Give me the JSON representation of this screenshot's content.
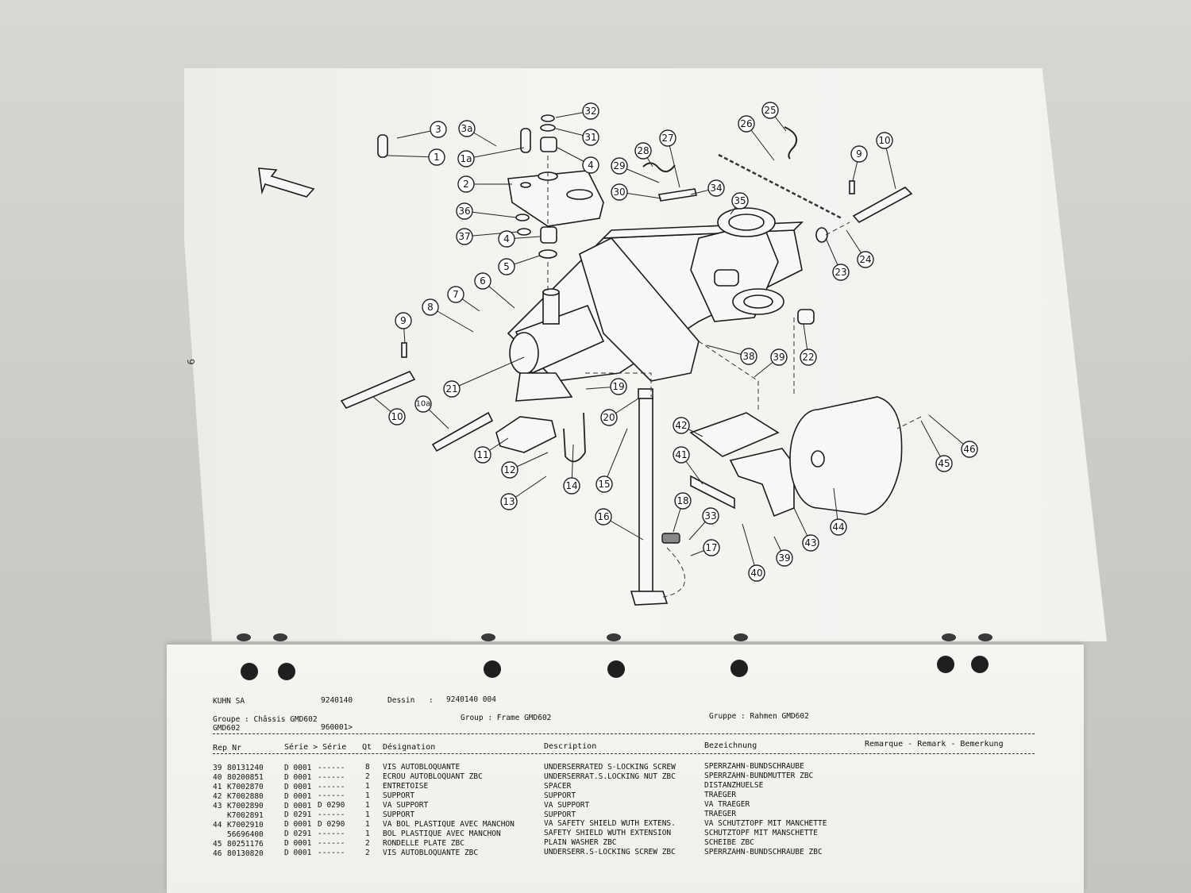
{
  "callouts": [
    {
      "label": "1"
    },
    {
      "label": "1a"
    },
    {
      "label": "2"
    },
    {
      "label": "3"
    },
    {
      "label": "3a"
    },
    {
      "label": "4"
    },
    {
      "label": "4"
    },
    {
      "label": "5"
    },
    {
      "label": "6"
    },
    {
      "label": "7"
    },
    {
      "label": "8"
    },
    {
      "label": "9"
    },
    {
      "label": "9"
    },
    {
      "label": "10"
    },
    {
      "label": "10"
    },
    {
      "label": "10a"
    },
    {
      "label": "11"
    },
    {
      "label": "12"
    },
    {
      "label": "13"
    },
    {
      "label": "14"
    },
    {
      "label": "15"
    },
    {
      "label": "16"
    },
    {
      "label": "17"
    },
    {
      "label": "18"
    },
    {
      "label": "19"
    },
    {
      "label": "20"
    },
    {
      "label": "21"
    },
    {
      "label": "22"
    },
    {
      "label": "23"
    },
    {
      "label": "24"
    },
    {
      "label": "25"
    },
    {
      "label": "26"
    },
    {
      "label": "27"
    },
    {
      "label": "28"
    },
    {
      "label": "29"
    },
    {
      "label": "30"
    },
    {
      "label": "31"
    },
    {
      "label": "32"
    },
    {
      "label": "33"
    },
    {
      "label": "34"
    },
    {
      "label": "35"
    },
    {
      "label": "36"
    },
    {
      "label": "37"
    },
    {
      "label": "38"
    },
    {
      "label": "39"
    },
    {
      "label": "39"
    },
    {
      "label": "40"
    },
    {
      "label": "41"
    },
    {
      "label": "42"
    },
    {
      "label": "43"
    },
    {
      "label": "44"
    },
    {
      "label": "45"
    },
    {
      "label": "46"
    }
  ],
  "page_number": "9",
  "header": {
    "company": "KUHN SA",
    "doc_no": "9240140",
    "dessin_label": "Dessin",
    "dessin_sep": ":",
    "dessin_value": "9240140 004",
    "groupe_fr": "Groupe : Châssis GMD602",
    "group_en": "Group : Frame GMD602",
    "gruppe_de": "Gruppe : Rahmen GMD602",
    "model": "GMD602",
    "serial": "960001>"
  },
  "columns": {
    "rep_nr": "Rep Nr",
    "serie": "Série > Série",
    "qt": "Qt",
    "designation": "Désignation",
    "description": "Description",
    "bezeichnung": "Bezeichnung",
    "remarque": "Remarque - Remark - Bemerkung"
  },
  "rows": [
    {
      "rep": "39",
      "nr": "80131240",
      "from": "D 0001",
      "to": "------",
      "qt": "8",
      "fr": "VIS AUTOBLOQUANTE",
      "en": "UNDERSERRATED S-LOCKING SCREW",
      "de": "SPERRZAHN-BUNDSCHRAUBE"
    },
    {
      "rep": "40",
      "nr": "80200851",
      "from": "D 0001",
      "to": "------",
      "qt": "2",
      "fr": "ECROU AUTOBLOQUANT ZBC",
      "en": "UNDERSERRAT.S.LOCKING NUT ZBC",
      "de": "SPERRZAHN-BUNDMUTTER ZBC"
    },
    {
      "rep": "41",
      "nr": "K7002870",
      "from": "D 0001",
      "to": "------",
      "qt": "1",
      "fr": "ENTRETOISE",
      "en": "SPACER",
      "de": "DISTANZHUELSE"
    },
    {
      "rep": "42",
      "nr": "K7002880",
      "from": "D 0001",
      "to": "------",
      "qt": "1",
      "fr": "SUPPORT",
      "en": "SUPPORT",
      "de": "TRAEGER"
    },
    {
      "rep": "43",
      "nr": "K7002890",
      "from": "D 0001",
      "to": "D 0290",
      "qt": "1",
      "fr": "VA SUPPORT",
      "en": "VA SUPPORT",
      "de": "VA TRAEGER"
    },
    {
      "rep": "",
      "nr": "K7002891",
      "from": "D 0291",
      "to": "------",
      "qt": "1",
      "fr": "SUPPORT",
      "en": "SUPPORT",
      "de": "TRAEGER"
    },
    {
      "rep": "44",
      "nr": "K7002910",
      "from": "D 0001",
      "to": "D 0290",
      "qt": "1",
      "fr": "VA BOL PLASTIQUE AVEC MANCHON",
      "en": "VA SAFETY SHIELD WUTH EXTENS.",
      "de": "VA SCHUTZTOPF MIT MANCHETTE"
    },
    {
      "rep": "",
      "nr": "56696400",
      "from": "D 0291",
      "to": "------",
      "qt": "1",
      "fr": "BOL PLASTIQUE AVEC MANCHON",
      "en": "SAFETY SHIELD WUTH EXTENSION",
      "de": "SCHUTZTOPF MIT MANSCHETTE"
    },
    {
      "rep": "45",
      "nr": "80251176",
      "from": "D 0001",
      "to": "------",
      "qt": "2",
      "fr": "RONDELLE PLATE ZBC",
      "en": "PLAIN WASHER ZBC",
      "de": "SCHEIBE ZBC"
    },
    {
      "rep": "46",
      "nr": "80130820",
      "from": "D 0001",
      "to": "------",
      "qt": "2",
      "fr": "VIS AUTOBLOQUANTE ZBC",
      "en": "UNDERSERR.S-LOCKING SCREW ZBC",
      "de": "SPERRZAHN-BUNDSCHRAUBE ZBC"
    }
  ]
}
